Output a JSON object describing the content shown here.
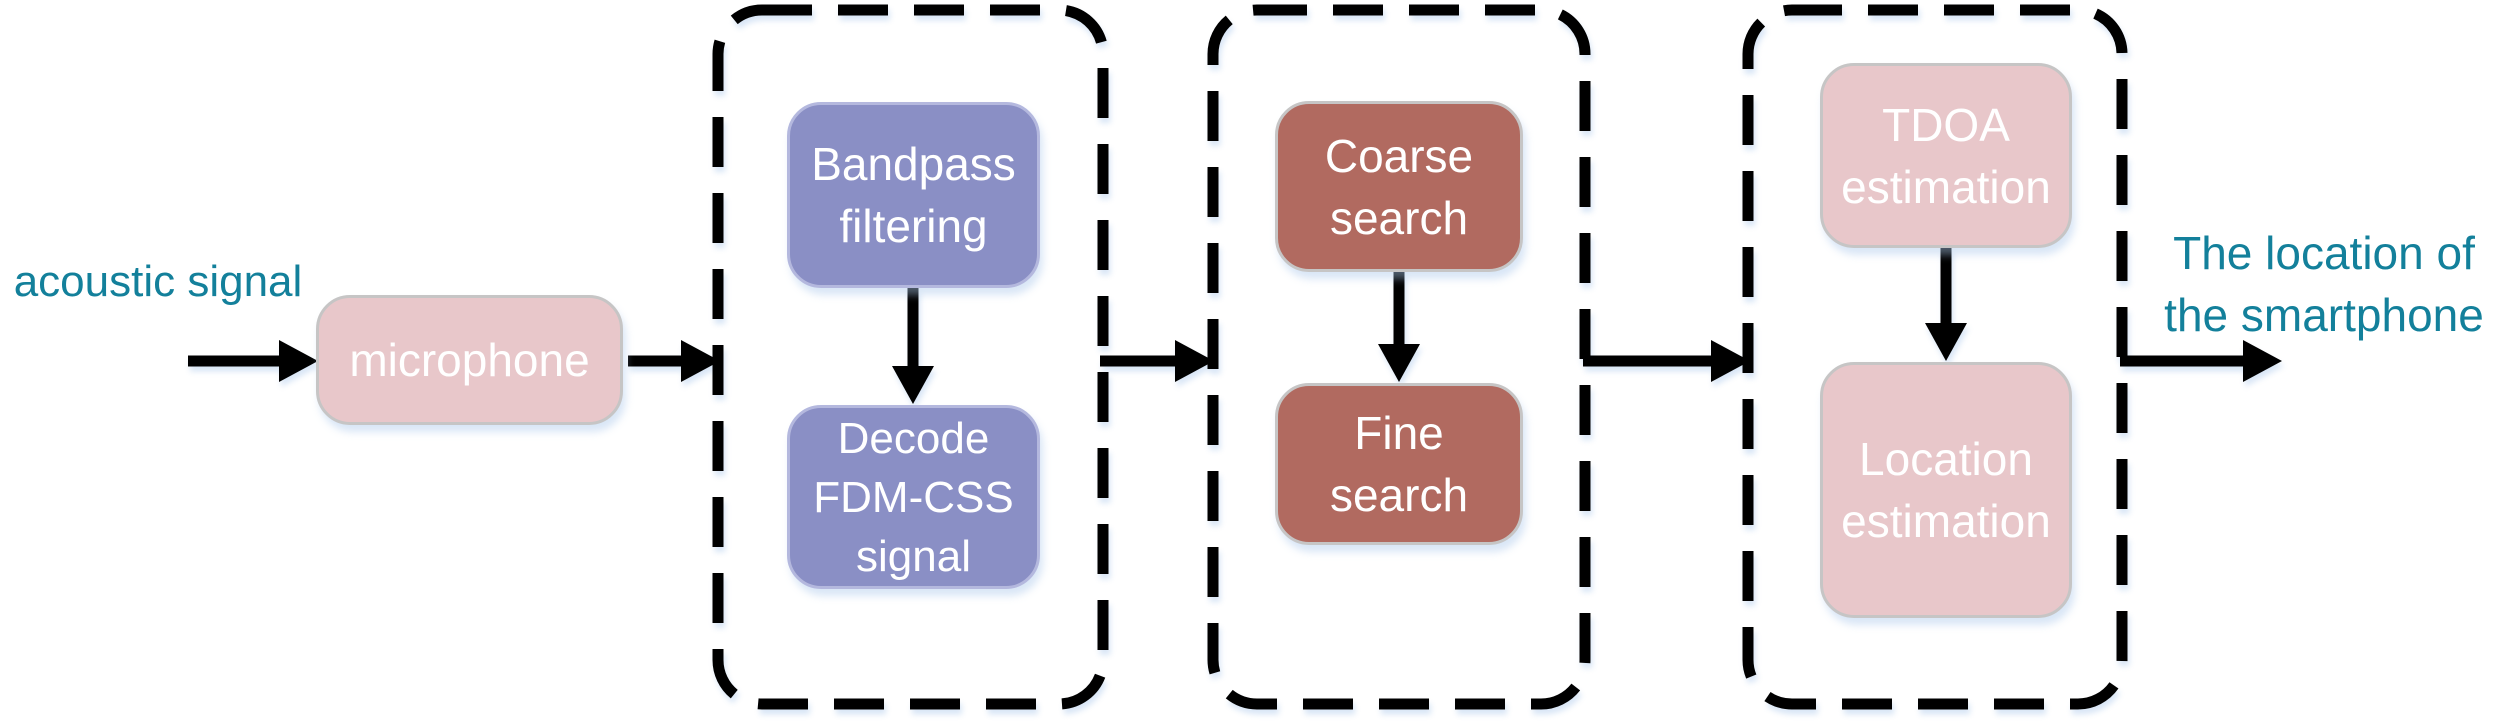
{
  "figure": {
    "type": "flowchart",
    "description": "Acoustic smartphone localization pipeline"
  },
  "labels": {
    "input": "acoustic signal",
    "output_line1": "The location of",
    "output_line2": "the smartphone"
  },
  "nodes": {
    "microphone": {
      "label": "microphone"
    },
    "bandpass": {
      "line1": "Bandpass",
      "line2": "filtering"
    },
    "decode": {
      "line1": "Decode",
      "line2": "FDM-CSS",
      "line3": "signal"
    },
    "coarse": {
      "line1": "Coarse",
      "line2": "search"
    },
    "fine": {
      "line1": "Fine",
      "line2": "search"
    },
    "tdoa": {
      "line1": "TDOA",
      "line2": "estimation"
    },
    "location": {
      "line1": "Location",
      "line2": "estimation"
    }
  },
  "colors": {
    "teal": "#13809b",
    "pink": "#e8c7ca",
    "purple": "#8a8fc5",
    "brown": "#b16a60",
    "arrow": "#000000"
  }
}
